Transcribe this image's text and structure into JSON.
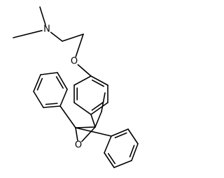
{
  "atoms": [
    {
      "name": "methyl-left-atom",
      "label": ""
    },
    {
      "name": "amine-nitrogen-atom",
      "label": "N"
    },
    {
      "name": "methyl-up-atom",
      "label": ""
    },
    {
      "name": "chain-carbon-1-atom",
      "label": ""
    },
    {
      "name": "chain-carbon-2-atom",
      "label": ""
    },
    {
      "name": "ether-oxygen-atom",
      "label": "O"
    },
    {
      "name": "phenoxy-ring-c1-atom",
      "label": ""
    },
    {
      "name": "phenoxy-ring-c2-atom",
      "label": ""
    },
    {
      "name": "phenoxy-ring-c3-atom",
      "label": ""
    },
    {
      "name": "phenoxy-ring-c4-atom",
      "label": ""
    },
    {
      "name": "phenoxy-ring-c5-atom",
      "label": ""
    },
    {
      "name": "phenoxy-ring-c6-atom",
      "label": ""
    },
    {
      "name": "epoxide-carbon-left-atom",
      "label": ""
    },
    {
      "name": "epoxide-carbon-right-atom",
      "label": ""
    },
    {
      "name": "epoxide-oxygen-atom",
      "label": "O"
    },
    {
      "name": "ethyl-ch2-atom",
      "label": ""
    },
    {
      "name": "ethyl-ch3-atom",
      "label": ""
    },
    {
      "name": "phenyl-left-c1-atom",
      "label": ""
    },
    {
      "name": "phenyl-left-c2-atom",
      "label": ""
    },
    {
      "name": "phenyl-left-c3-atom",
      "label": ""
    },
    {
      "name": "phenyl-left-c4-atom",
      "label": ""
    },
    {
      "name": "phenyl-left-c5-atom",
      "label": ""
    },
    {
      "name": "phenyl-left-c6-atom",
      "label": ""
    },
    {
      "name": "phenyl-right-c1-atom",
      "label": ""
    },
    {
      "name": "phenyl-right-c2-atom",
      "label": ""
    },
    {
      "name": "phenyl-right-c3-atom",
      "label": ""
    },
    {
      "name": "phenyl-right-c4-atom",
      "label": ""
    },
    {
      "name": "phenyl-right-c5-atom",
      "label": ""
    },
    {
      "name": "phenyl-right-c6-atom",
      "label": ""
    }
  ],
  "bonds": [
    {
      "a": 0,
      "b": 1,
      "order": 1
    },
    {
      "a": 1,
      "b": 2,
      "order": 1
    },
    {
      "a": 1,
      "b": 3,
      "order": 1
    },
    {
      "a": 3,
      "b": 4,
      "order": 1
    },
    {
      "a": 4,
      "b": 5,
      "order": 1
    },
    {
      "a": 5,
      "b": 6,
      "order": 1
    },
    {
      "a": 6,
      "b": 7,
      "order": 2
    },
    {
      "a": 7,
      "b": 8,
      "order": 1
    },
    {
      "a": 8,
      "b": 9,
      "order": 2
    },
    {
      "a": 9,
      "b": 10,
      "order": 1
    },
    {
      "a": 10,
      "b": 11,
      "order": 2
    },
    {
      "a": 11,
      "b": 6,
      "order": 1
    },
    {
      "a": 9,
      "b": 13,
      "order": 1
    },
    {
      "a": 12,
      "b": 13,
      "order": 1
    },
    {
      "a": 12,
      "b": 14,
      "order": 1
    },
    {
      "a": 13,
      "b": 14,
      "order": 1
    },
    {
      "a": 13,
      "b": 15,
      "order": 1
    },
    {
      "a": 15,
      "b": 16,
      "order": 1
    },
    {
      "a": 12,
      "b": 17,
      "order": 1
    },
    {
      "a": 17,
      "b": 18,
      "order": 2
    },
    {
      "a": 18,
      "b": 19,
      "order": 1
    },
    {
      "a": 19,
      "b": 20,
      "order": 2
    },
    {
      "a": 20,
      "b": 21,
      "order": 1
    },
    {
      "a": 21,
      "b": 22,
      "order": 2
    },
    {
      "a": 22,
      "b": 17,
      "order": 1
    },
    {
      "a": 12,
      "b": 23,
      "order": 1
    },
    {
      "a": 23,
      "b": 24,
      "order": 2
    },
    {
      "a": 24,
      "b": 25,
      "order": 1
    },
    {
      "a": 25,
      "b": 26,
      "order": 2
    },
    {
      "a": 26,
      "b": 27,
      "order": 1
    },
    {
      "a": 27,
      "b": 28,
      "order": 2
    },
    {
      "a": 28,
      "b": 23,
      "order": 1
    }
  ],
  "colors": {
    "bond": "#000000",
    "label": "#000000",
    "background": "#ffffff"
  }
}
